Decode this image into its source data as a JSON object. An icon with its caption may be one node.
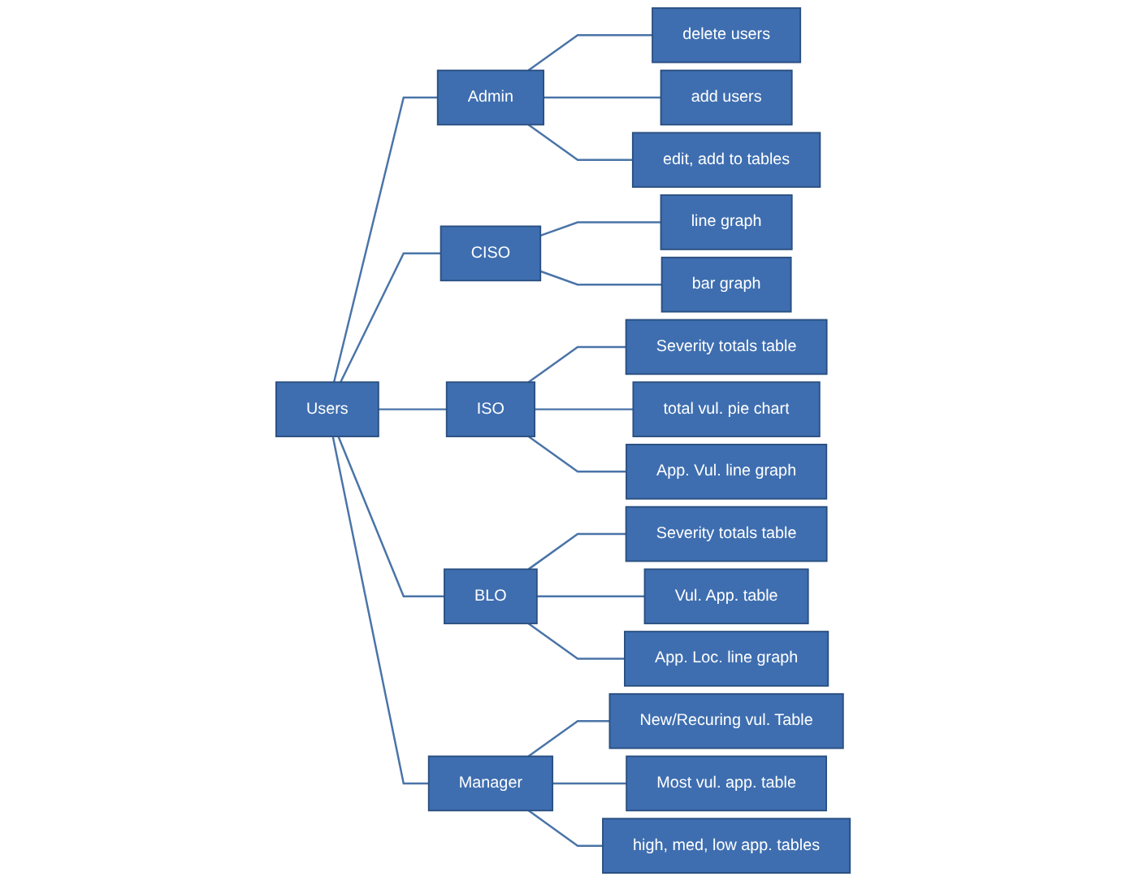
{
  "diagram": {
    "nodes": [
      {
        "text": [
          "Users"
        ]
      },
      {
        "text": [
          "Admin"
        ]
      },
      {
        "text": [
          "delete users"
        ]
      },
      {
        "text": [
          "add users"
        ]
      },
      {
        "text": [
          "edit, add to tables"
        ]
      },
      {
        "text": [
          "CISO"
        ]
      },
      {
        "text": [
          "line graph"
        ]
      },
      {
        "text": [
          "bar graph"
        ]
      },
      {
        "text": [
          "ISO"
        ]
      },
      {
        "text": [
          "Severity totals table"
        ]
      },
      {
        "text": [
          "total vul. pie chart"
        ]
      },
      {
        "text": [
          "App. Vul. line graph"
        ]
      },
      {
        "text": [
          "BLO"
        ]
      },
      {
        "text": [
          "Severity totals table"
        ]
      },
      {
        "text": [
          "Vul. App. table"
        ]
      },
      {
        "text": [
          "App. Loc. line graph"
        ]
      },
      {
        "text": [
          "Manager"
        ]
      },
      {
        "text": [
          "New/Recuring vul. Table"
        ]
      },
      {
        "text": [
          "Most vul. app. table"
        ]
      },
      {
        "text": [
          "high, med, low app. tables"
        ]
      }
    ],
    "edges": [
      {
        "from": 0,
        "to": 1,
        "arrow": "none"
      },
      {
        "from": 1,
        "to": 2,
        "arrow": "none"
      },
      {
        "from": 1,
        "to": 3,
        "arrow": "none"
      },
      {
        "from": 1,
        "to": 4,
        "arrow": "none"
      },
      {
        "from": 0,
        "to": 5,
        "arrow": "none"
      },
      {
        "from": 5,
        "to": 6,
        "arrow": "none"
      },
      {
        "from": 5,
        "to": 7,
        "arrow": "none"
      },
      {
        "from": 0,
        "to": 8,
        "arrow": "none"
      },
      {
        "from": 8,
        "to": 9,
        "arrow": "none"
      },
      {
        "from": 8,
        "to": 10,
        "arrow": "none"
      },
      {
        "from": 8,
        "to": 11,
        "arrow": "none"
      },
      {
        "from": 0,
        "to": 12,
        "arrow": "none"
      },
      {
        "from": 12,
        "to": 13,
        "arrow": "none"
      },
      {
        "from": 12,
        "to": 14,
        "arrow": "none"
      },
      {
        "from": 12,
        "to": 15,
        "arrow": "none"
      },
      {
        "from": 0,
        "to": 16,
        "arrow": "none"
      },
      {
        "from": 16,
        "to": 17,
        "arrow": "none"
      },
      {
        "from": 16,
        "to": 18,
        "arrow": "none"
      },
      {
        "from": 16,
        "to": 19,
        "arrow": "none"
      }
    ]
  }
}
